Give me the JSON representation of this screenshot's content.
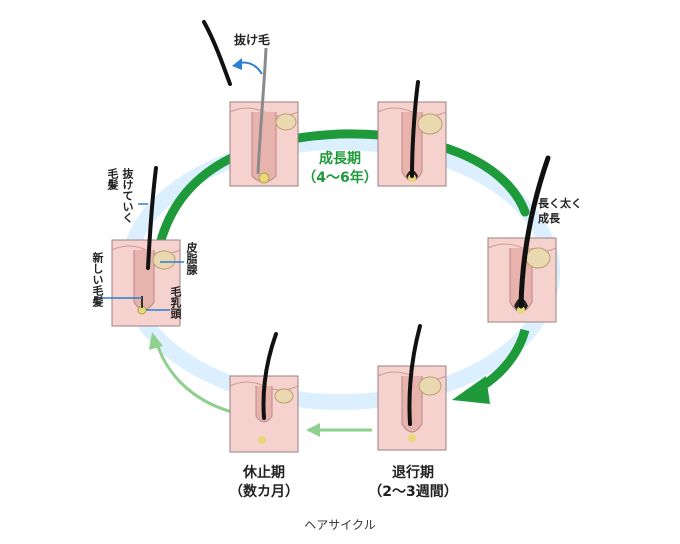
{
  "labels": {
    "pulled_hair": "抜け毛",
    "long_thick_line1": "長く太く",
    "long_thick_line2": "成長",
    "falling_out": "抜けていく",
    "hair": "毛髪",
    "new_hair": "新しい毛髪",
    "sebaceous_gland": "皮脂腺",
    "dermal_papilla": "毛乳頭"
  },
  "phases": {
    "anagen_name": "成長期",
    "anagen_period": "（4〜6年）",
    "catagen_name": "退行期",
    "catagen_period": "（2〜3週間）",
    "telogen_name": "休止期",
    "telogen_period": "（数カ月）"
  },
  "caption": "ヘアサイクル",
  "colors": {
    "green_arrow": "#1f9a3a",
    "light_arrow": "#8fd08f",
    "pale_ring": "#dcefff",
    "skin_box": "#f6d2cf",
    "skin_border": "#9a8080",
    "papilla": "#e8d978",
    "callout_line": "#2a7fd0"
  }
}
